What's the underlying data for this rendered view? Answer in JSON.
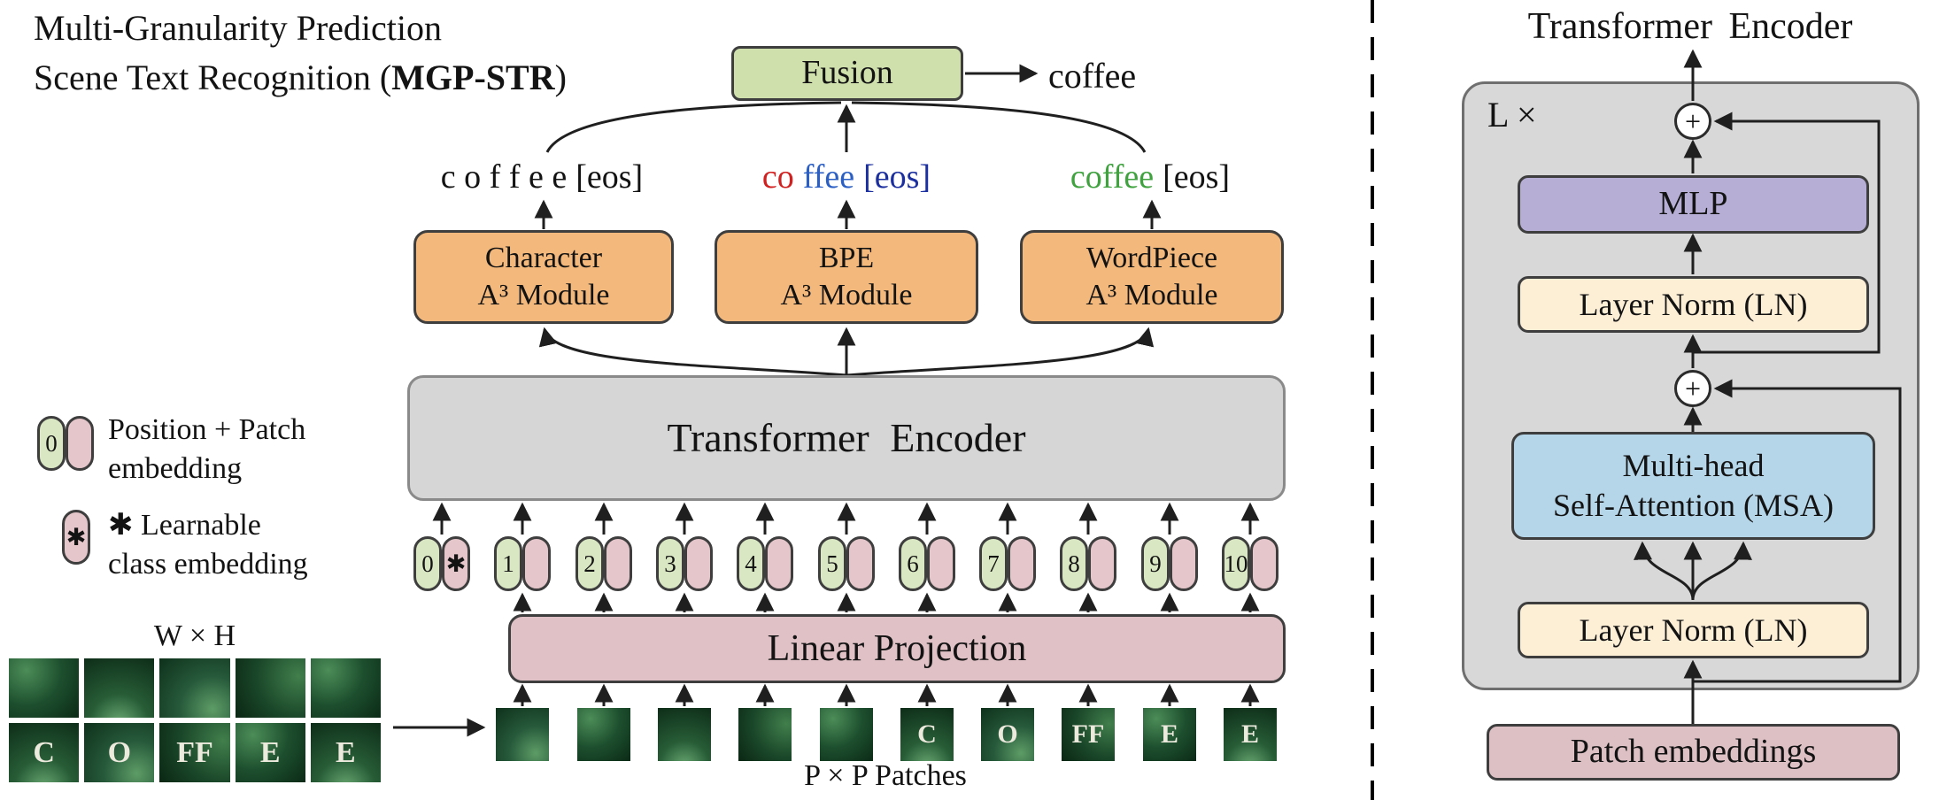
{
  "title": {
    "line1": "Multi-Granularity Prediction",
    "line2_pre": "Scene Text Recognition (",
    "line2_bold": "MGP-STR",
    "line2_post": ")"
  },
  "fusion": {
    "label": "Fusion",
    "output": "coffee"
  },
  "predictions": {
    "character": {
      "text": "c o f f e e",
      "eos": "[eos]"
    },
    "bpe": {
      "token1": "co",
      "token2": "ffee",
      "eos": "[eos]"
    },
    "wordpiece": {
      "text": "coffee",
      "eos": "[eos]"
    }
  },
  "modules": {
    "character": {
      "line1": "Character",
      "line2": "A³ Module"
    },
    "bpe": {
      "line1": "BPE",
      "line2": "A³ Module"
    },
    "wordpiece": {
      "line1": "WordPiece",
      "line2": "A³ Module"
    }
  },
  "encoder": {
    "label": "Transformer Encoder"
  },
  "linear_projection": {
    "label": "Linear Projection"
  },
  "tokens": {
    "numbers": [
      "0",
      "1",
      "2",
      "3",
      "4",
      "5",
      "6",
      "7",
      "8",
      "9",
      "10"
    ],
    "class_symbol": "✱"
  },
  "legend": {
    "item1_line1": "Position + Patch",
    "item1_line2": "embedding",
    "item1_number": "0",
    "item2_symbol": "✱",
    "item2_line1": "Learnable",
    "item2_line2": "class embedding"
  },
  "photo": {
    "size_label": "W × H",
    "letters": [
      "",
      "",
      "",
      "",
      "",
      "C",
      "O",
      "FF",
      "E",
      "E"
    ]
  },
  "patches_label": "P × P Patches",
  "right_panel": {
    "title": "Transformer Encoder",
    "loop_label": "L ×",
    "plus": "+",
    "mlp": "MLP",
    "layer_norm_top": "Layer Norm (LN)",
    "msa_line1": "Multi-head",
    "msa_line2": "Self-Attention (MSA)",
    "layer_norm_bottom": "Layer Norm (LN)",
    "patch_embeddings": "Patch embeddings"
  },
  "colors": {
    "fusion_green": "#cfe0ad",
    "module_orange": "#f3b87c",
    "encoder_gray": "#d6d6d6",
    "projection_pink": "#e0c2c6",
    "pill_green": "#d9e7c3",
    "pill_pink": "#e5c6ca",
    "mlp_purple": "#b7aed6",
    "layer_norm_cream": "#fdeed6",
    "msa_blue": "#b5d5e8",
    "patch_embed_pink": "#ddc0c4",
    "pred_red": "#d02020",
    "pred_blue": "#2b5fc4",
    "pred_green": "#3fa23f",
    "eos_navy": "#1c2f9e"
  }
}
